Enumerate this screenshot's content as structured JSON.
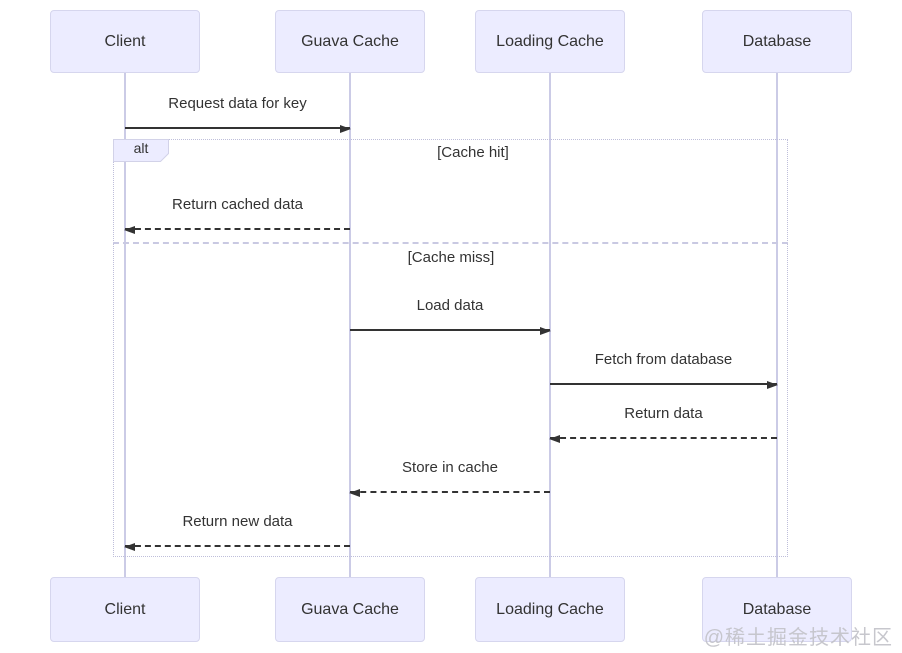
{
  "diagram_type": "sequence",
  "actors": [
    "Client",
    "Guava Cache",
    "Loading Cache",
    "Database"
  ],
  "messages": [
    {
      "label": "Request data for key",
      "from": "Client",
      "to": "Guava Cache",
      "style": "solid"
    },
    {
      "label": "Return cached data",
      "from": "Guava Cache",
      "to": "Client",
      "style": "dashed"
    },
    {
      "label": "Load data",
      "from": "Guava Cache",
      "to": "Loading Cache",
      "style": "solid"
    },
    {
      "label": "Fetch from database",
      "from": "Loading Cache",
      "to": "Database",
      "style": "solid"
    },
    {
      "label": "Return data",
      "from": "Database",
      "to": "Loading Cache",
      "style": "dashed"
    },
    {
      "label": "Store in cache",
      "from": "Loading Cache",
      "to": "Guava Cache",
      "style": "dashed"
    },
    {
      "label": "Return new data",
      "from": "Guava Cache",
      "to": "Client",
      "style": "dashed"
    }
  ],
  "alt": {
    "operator": "alt",
    "conditions": [
      "[Cache hit]",
      "[Cache miss]"
    ]
  },
  "watermark": {
    "text": "@稀土掘金技术社区"
  },
  "colors": {
    "actor-fill": "#ECECFF",
    "actor-border": "#D6D6EE",
    "lifeline": "#CBCBE6",
    "arrow": "#333333",
    "text": "#333333",
    "frame-border": "#BEBEDA",
    "divider": "#C9C9E2",
    "watermark": "#C2C2C8"
  }
}
